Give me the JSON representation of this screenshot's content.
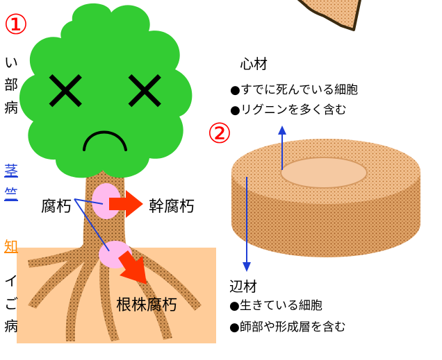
{
  "markers": {
    "one": "①",
    "two": "②"
  },
  "labels": {
    "decay": "腐朽",
    "trunk_decay": "幹腐朽",
    "root_decay": "根株腐朽",
    "face_eyes": "×",
    "heartwood_title": "心材",
    "heartwood_1": "●すでに死んでいる細胞",
    "heartwood_2": "●リグニンを多く含む",
    "sapwood_title": "辺材",
    "sapwood_1": "●生きている細胞",
    "sapwood_2": "●師部や形成層を含む"
  },
  "edge_fragments": [
    "い",
    "部",
    "病",
    "茎",
    "竺",
    "知",
    "イ",
    "ご",
    "病"
  ],
  "colors": {
    "foliage": "#33cc33",
    "trunk": "#c98a4a",
    "bark_dots": "#8a5a28",
    "ground": "#ffcc99",
    "decay_spot": "#ffbbee",
    "arrow_red": "#ff3300",
    "line_blue": "#1f3fd6",
    "marker_red": "#ff0000",
    "wood_light": "#f5c49a",
    "wood_dots": "#c98a4a"
  }
}
